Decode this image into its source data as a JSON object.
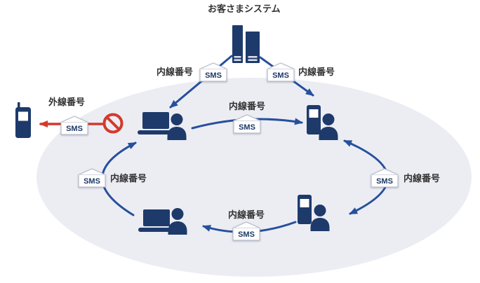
{
  "diagram": {
    "title": "お客さまシステム",
    "labels": {
      "extension": "内線番号",
      "external": "外線番号",
      "sms": "SMS"
    },
    "colors": {
      "icon_navy": "#1e3a6b",
      "arrow_blue": "#26509d",
      "blocked_red": "#d23a2c",
      "ellipse_fill": "#ecedf3",
      "label_text": "#333333",
      "badge_border": "#b7bcc8",
      "badge_text": "#1d3968"
    },
    "nodes": [
      {
        "id": "customer-system",
        "icon": "server-icon",
        "label": "お客さまシステム"
      },
      {
        "id": "user-laptop-top",
        "icon": "laptop-user-icon"
      },
      {
        "id": "user-mobile-top",
        "icon": "mobile-user-icon"
      },
      {
        "id": "user-mobile-bottom",
        "icon": "mobile-user-icon"
      },
      {
        "id": "user-laptop-bottom",
        "icon": "laptop-user-icon"
      },
      {
        "id": "external-mobile",
        "icon": "mobile-phone-icon"
      }
    ],
    "edges": [
      {
        "from": "customer-system",
        "to": "user-laptop-top",
        "label": "内線番号",
        "badge": "SMS"
      },
      {
        "from": "customer-system",
        "to": "user-mobile-top",
        "label": "内線番号",
        "badge": "SMS"
      },
      {
        "from": "user-laptop-top",
        "to": "user-mobile-top",
        "label": "内線番号",
        "badge": "SMS"
      },
      {
        "from": "user-mobile-top",
        "to": "user-mobile-bottom",
        "label": "内線番号",
        "badge": "SMS",
        "bidirectional": true
      },
      {
        "from": "user-mobile-bottom",
        "to": "user-laptop-bottom",
        "label": "内線番号",
        "badge": "SMS"
      },
      {
        "from": "user-laptop-bottom",
        "to": "user-laptop-top",
        "label": "内線番号",
        "badge": "SMS"
      },
      {
        "from": "user-laptop-top",
        "to": "external-mobile",
        "label": "外線番号",
        "badge": "SMS",
        "blocked": true
      }
    ]
  }
}
